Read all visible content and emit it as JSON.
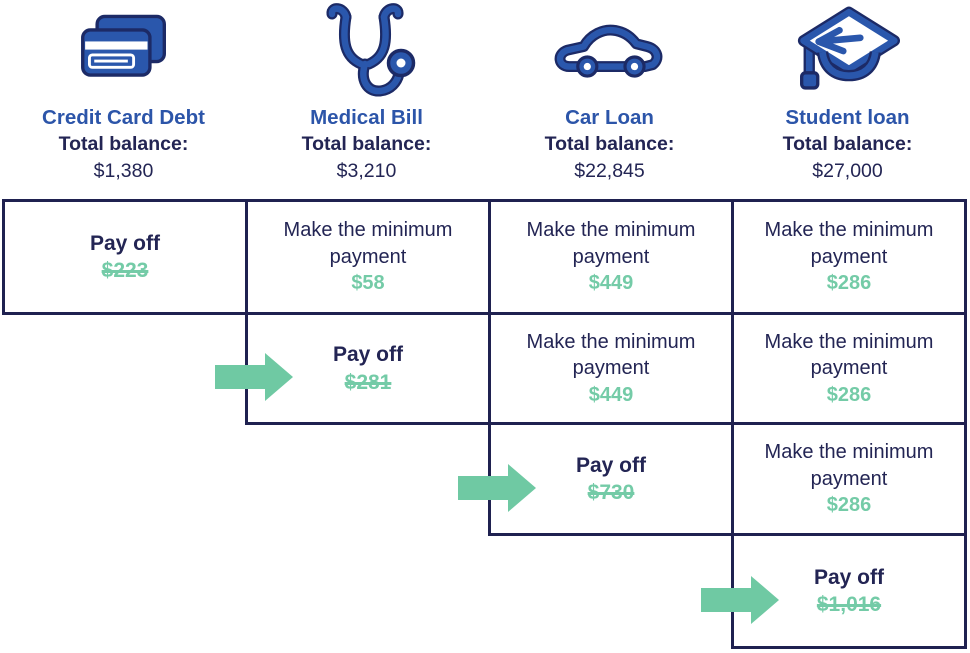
{
  "colors": {
    "navy_text": "#232554",
    "navy_border": "#1f2150",
    "title_blue": "#2c55a9",
    "icon_blue": "#2a57ac",
    "icon_outline": "#1c2a66",
    "green_amount": "#74cba7",
    "green_arrow": "#6fc9a3"
  },
  "columns": [
    {
      "id": "credit-card",
      "icon": "credit-card-icon",
      "title": "Credit Card Debt",
      "balance_label": "Total balance:",
      "balance": "$1,380"
    },
    {
      "id": "medical",
      "icon": "stethoscope-icon",
      "title": "Medical Bill",
      "balance_label": "Total balance:",
      "balance": "$3,210"
    },
    {
      "id": "car",
      "icon": "car-icon",
      "title": "Car Loan",
      "balance_label": "Total balance:",
      "balance": "$22,845"
    },
    {
      "id": "student",
      "icon": "graduation-cap-icon",
      "title": "Student loan",
      "balance_label": "Total balance:",
      "balance": "$27,000"
    }
  ],
  "grid": {
    "payoff_label": "Pay off",
    "minimum_label": "Make the minimum payment",
    "rows": [
      {
        "step": 1,
        "cells": [
          {
            "col": 1,
            "type": "payoff",
            "amount": "$223",
            "arrow": false
          },
          {
            "col": 2,
            "type": "minimum",
            "amount": "$58",
            "arrow": false
          },
          {
            "col": 3,
            "type": "minimum",
            "amount": "$449",
            "arrow": false
          },
          {
            "col": 4,
            "type": "minimum",
            "amount": "$286",
            "arrow": false
          }
        ]
      },
      {
        "step": 2,
        "cells": [
          {
            "col": 2,
            "type": "payoff",
            "amount": "$281",
            "arrow": true
          },
          {
            "col": 3,
            "type": "minimum",
            "amount": "$449",
            "arrow": false
          },
          {
            "col": 4,
            "type": "minimum",
            "amount": "$286",
            "arrow": false
          }
        ]
      },
      {
        "step": 3,
        "cells": [
          {
            "col": 3,
            "type": "payoff",
            "amount": "$730",
            "arrow": true
          },
          {
            "col": 4,
            "type": "minimum",
            "amount": "$286",
            "arrow": false
          }
        ]
      },
      {
        "step": 4,
        "cells": [
          {
            "col": 4,
            "type": "payoff",
            "amount": "$1,016",
            "arrow": true
          }
        ]
      }
    ]
  }
}
